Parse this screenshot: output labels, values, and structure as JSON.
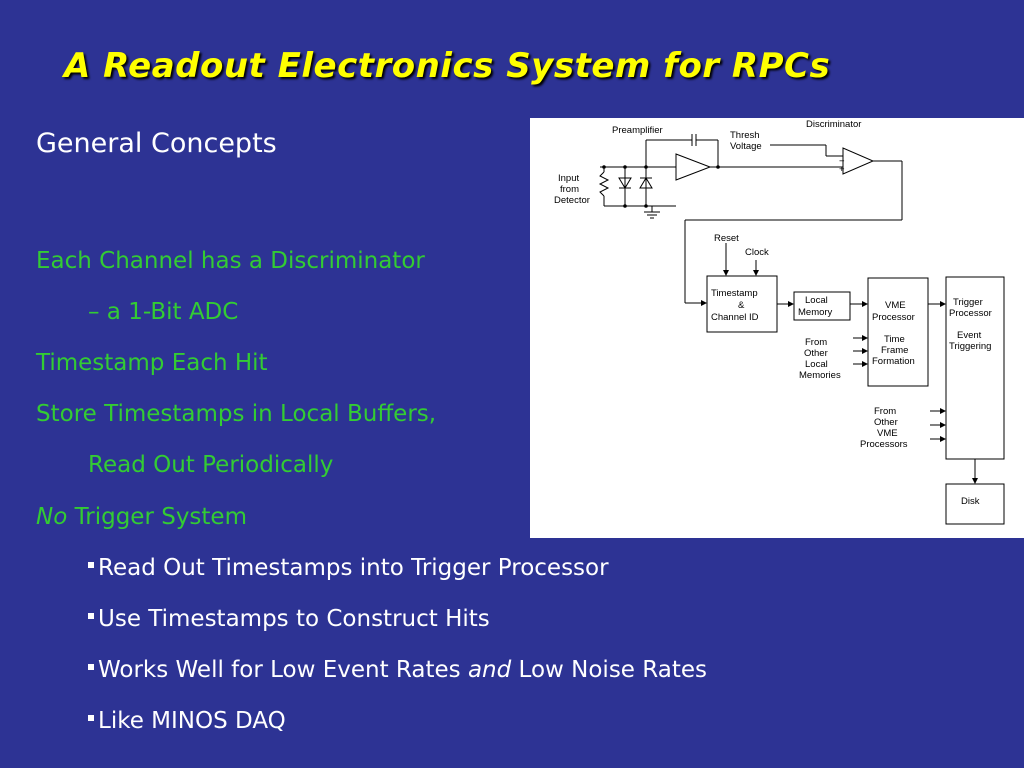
{
  "title": "A Readout Electronics System for RPCs",
  "subtitle": "General Concepts",
  "lines": {
    "l1": "Each Channel has a Discriminator",
    "l2": "– a 1-Bit ADC",
    "l3": "Timestamp Each Hit",
    "l4": "Store Timestamps in Local Buffers,",
    "l5": "Read Out Periodically",
    "l6_em": "No",
    "l6_rest": " Trigger System"
  },
  "bullets": {
    "b1": "Read Out Timestamps into Trigger Processor",
    "b2": "Use Timestamps to Construct Hits",
    "b3_a": "Works Well for Low Event Rates ",
    "b3_em": "and",
    "b3_b": " Low Noise Rates",
    "b4": "Like MINOS DAQ"
  },
  "diagram": {
    "preamplifier": "Preamplifier",
    "thresh1": "Thresh",
    "thresh2": "Voltage",
    "discriminator": "Discriminator",
    "input1": "Input",
    "input2": "from",
    "input3": "Detector",
    "reset": "Reset",
    "clock": "Clock",
    "ts1": "Timestamp",
    "ts2": "&",
    "ts3": "Channel ID",
    "lm1": "Local",
    "lm2": "Memory",
    "vme1": "VME",
    "vme2": "Processor",
    "tff1": "Time",
    "tff2": "Frame",
    "tff3": "Formation",
    "fol1": "From",
    "fol2": "Other",
    "fol3": "Local",
    "fol4": "Memories",
    "fov1": "From",
    "fov2": "Other",
    "fov3": "VME",
    "fov4": "Processors",
    "tp1": "Trigger",
    "tp2": "Processor",
    "et1": "Event",
    "et2": "Triggering",
    "disk": "Disk"
  }
}
